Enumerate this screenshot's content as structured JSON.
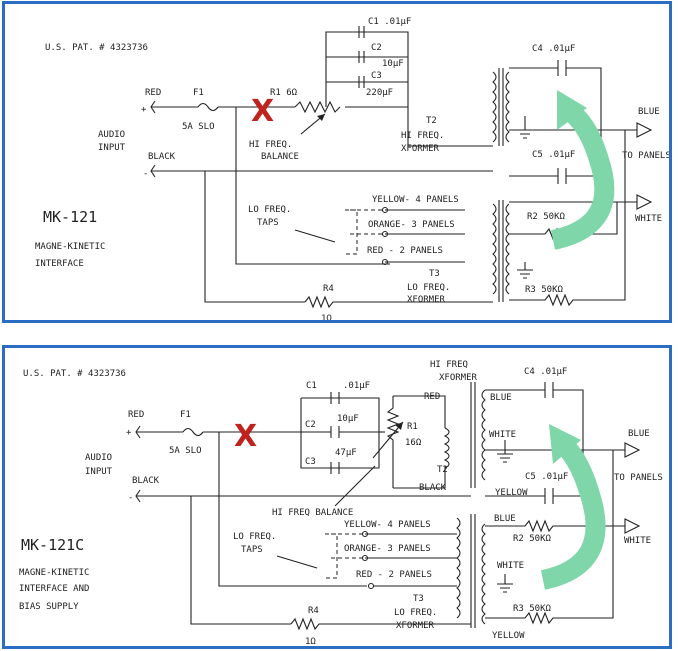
{
  "colors": {
    "border": "#2b6cc4",
    "x_mark": "#c0231d",
    "arrow": "#7fd6a8",
    "ink": "#222222"
  },
  "icons": [
    "x-mark-icon",
    "curved-arrow-icon",
    "ground-icon",
    "terminal-icon"
  ],
  "top": {
    "patent": "U.S. PAT. # 4323736",
    "model": "MK-121",
    "desc": [
      "MAGNE-KINETIC",
      "INTERFACE"
    ],
    "red": "RED",
    "plus": "+",
    "minus": "-",
    "black": "BLACK",
    "audio": [
      "AUDIO",
      "INPUT"
    ],
    "f1": "F1",
    "fuse": "5A SLO",
    "r1": "R1 6Ω",
    "hi_balance": [
      "HI FREQ.",
      "BALANCE"
    ],
    "c1": "C1 .01µF",
    "c2": "C2",
    "c2v": "10µF",
    "c3": "C3",
    "c3v": "220µF",
    "c4": "C4 .01µF",
    "c5": "C5 .01µF",
    "t2": [
      "T2",
      "HI FREQ.",
      "XFORMER"
    ],
    "blue": "BLUE",
    "white": "WHITE",
    "to_panels": "TO PANELS",
    "r2": "R2 50KΩ",
    "r3": "R3 50KΩ",
    "lo_taps": [
      "LO FREQ.",
      "TAPS"
    ],
    "yellow_tap": "YELLOW- 4 PANELS",
    "orange_tap": "ORANGE- 3 PANELS",
    "red_tap": "RED - 2 PANELS",
    "t3": [
      "T3",
      "LO FREQ.",
      "XFORMER"
    ],
    "r4": "R4",
    "r4v": "1Ω"
  },
  "bottom": {
    "patent": "U.S. PAT. # 4323736",
    "model": "MK-121C",
    "desc": [
      "MAGNE-KINETIC",
      "INTERFACE AND",
      "BIAS SUPPLY"
    ],
    "red": "RED",
    "plus": "+",
    "minus": "-",
    "black": "BLACK",
    "audio": [
      "AUDIO",
      "INPUT"
    ],
    "f1": "F1",
    "fuse": "5A SLO",
    "c1": "C1",
    "c1v": ".01µF",
    "c2": "C2",
    "c2v": "10µF",
    "c3": "C3",
    "c3v": "47µF",
    "red_wire": "RED",
    "r1": "R1",
    "r1v": "16Ω",
    "t2": "T2",
    "black_wire": "BLACK",
    "hi_xformer": [
      "HI FREQ",
      "XFORMER"
    ],
    "hi_balance": "HI FREQ BALANCE",
    "c4": "C4 .01µF",
    "c5": "C5 .01µF",
    "blue_sec": "BLUE",
    "white_sec": "WHITE",
    "yellow_sec": "YELLOW",
    "blue_out": "BLUE",
    "white_out": "WHITE",
    "to_panels": "TO PANELS",
    "blue_lo": "BLUE",
    "white_lo": "WHITE",
    "yellow_lo": "YELLOW",
    "r2": "R2 50KΩ",
    "r3": "R3 50KΩ",
    "lo_taps": [
      "LO FREQ.",
      "TAPS"
    ],
    "yellow_tap": "YELLOW- 4 PANELS",
    "orange_tap": "ORANGE- 3 PANELS",
    "red_tap": "RED - 2 PANELS",
    "t3": [
      "T3",
      "LO FREQ.",
      "XFORMER"
    ],
    "r4": "R4",
    "r4v": "1Ω"
  }
}
